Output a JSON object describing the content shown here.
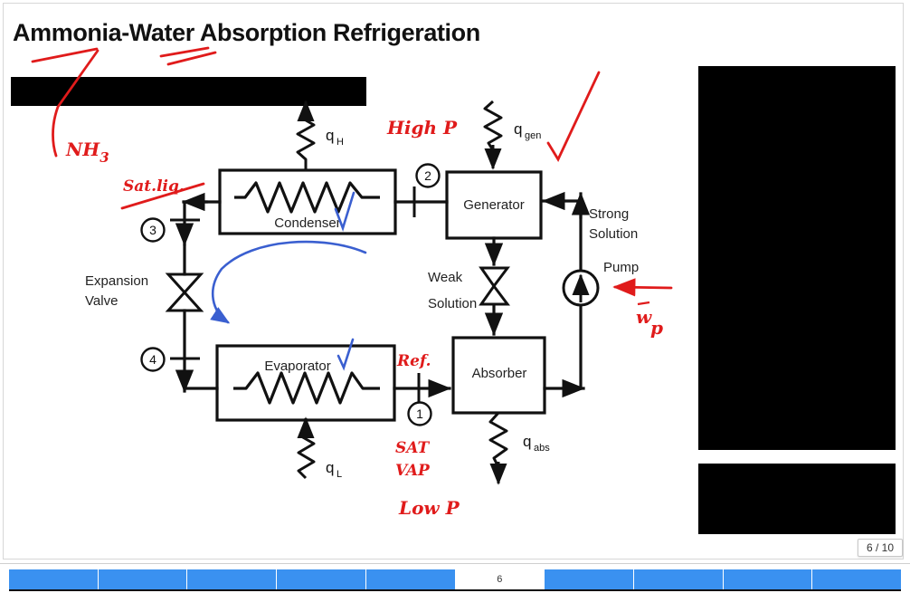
{
  "slide": {
    "title": "Ammonia-Water Absorption Refrigeration",
    "page_badge": "6 / 10"
  },
  "diagram": {
    "components": {
      "condenser": "Condenser",
      "evaporator": "Evaporator",
      "generator": "Generator",
      "absorber": "Absorber",
      "expansion_valve_line1": "Expansion",
      "expansion_valve_line2": "Valve",
      "pump": "Pump"
    },
    "stream_labels": {
      "strong_solution_line1": "Strong",
      "strong_solution_line2": "Solution",
      "weak_solution_line1": "Weak",
      "weak_solution_line2": "Solution"
    },
    "heat_labels": {
      "qh_base": "q",
      "qh_sub": "H",
      "ql_base": "q",
      "ql_sub": "L",
      "qgen_base": "q",
      "qgen_sub": "gen",
      "qabs_base": "q",
      "qabs_sub": "abs"
    },
    "state_points": [
      "1",
      "2",
      "3",
      "4"
    ]
  },
  "annotations": {
    "nh3": "NH",
    "nh3_sub": "3",
    "sat_liq": "Sat.liq.",
    "high_p": "High P",
    "low_p": "Low  P",
    "sat_vap_line1": "SAT",
    "sat_vap_line2": "VAP",
    "ref": "Ref.",
    "w_pump": "w",
    "w_pump_sub": "p"
  },
  "progress": {
    "total_segments": 10,
    "current_segment": 6,
    "current_label": "6"
  },
  "colors": {
    "ink_red": "#e01b1b",
    "ink_blue": "#3a5fd0",
    "progress_fill": "#3a91f0",
    "diagram_line": "#111111"
  }
}
